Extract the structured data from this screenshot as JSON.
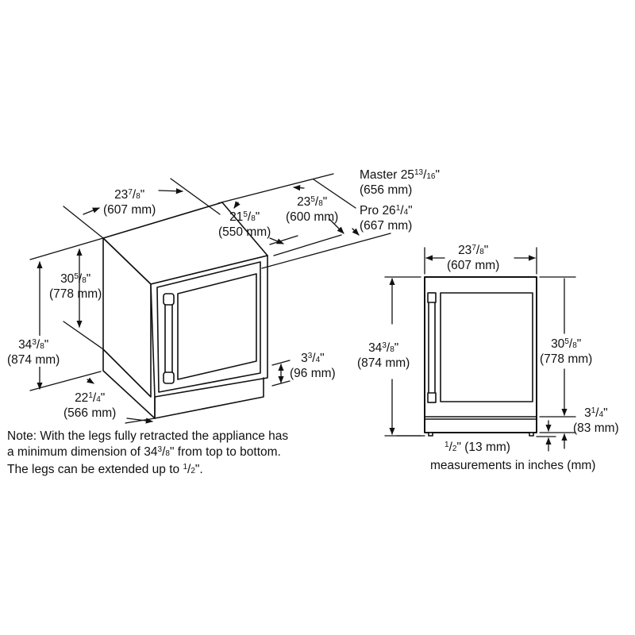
{
  "diagram": {
    "type": "appliance-dimension-drawing",
    "views": [
      "isometric",
      "front-elevation"
    ],
    "isometric": {
      "width": {
        "whole": "23",
        "frac_num": "7",
        "frac_den": "8",
        "inch_mark": "\"",
        "mm": "(607 mm)"
      },
      "depth_body": {
        "whole": "21",
        "frac_num": "5",
        "frac_den": "8",
        "inch_mark": "\"",
        "mm": "(550 mm)"
      },
      "depth_door": {
        "whole": "23",
        "frac_num": "5",
        "frac_den": "8",
        "inch_mark": "\"",
        "mm": "(600 mm)"
      },
      "depth_master": {
        "prefix": "Master ",
        "whole": "25",
        "frac_num": "13",
        "frac_den": "16",
        "inch_mark": "\"",
        "mm": "(656 mm)"
      },
      "depth_pro": {
        "prefix": "Pro ",
        "whole": "26",
        "frac_num": "1",
        "frac_den": "4",
        "inch_mark": "\"",
        "mm": "(667 mm)"
      },
      "height_cabinet": {
        "whole": "30",
        "frac_num": "5",
        "frac_den": "8",
        "inch_mark": "\"",
        "mm": "(778 mm)"
      },
      "height_total": {
        "whole": "34",
        "frac_num": "3",
        "frac_den": "8",
        "inch_mark": "\"",
        "mm": "(874 mm)"
      },
      "side_depth": {
        "whole": "22",
        "frac_num": "1",
        "frac_den": "4",
        "inch_mark": "\"",
        "mm": "(566 mm)"
      },
      "toe_kick": {
        "whole": "3",
        "frac_num": "3",
        "frac_den": "4",
        "inch_mark": "\"",
        "mm": "(96 mm)"
      }
    },
    "front": {
      "width": {
        "whole": "23",
        "frac_num": "7",
        "frac_den": "8",
        "inch_mark": "\"",
        "mm": "(607 mm)"
      },
      "height_total": {
        "whole": "34",
        "frac_num": "3",
        "frac_den": "8",
        "inch_mark": "\"",
        "mm": "(874 mm)"
      },
      "height_cabinet": {
        "whole": "30",
        "frac_num": "5",
        "frac_den": "8",
        "inch_mark": "\"",
        "mm": "(778 mm)"
      },
      "base": {
        "whole": "3",
        "frac_num": "1",
        "frac_den": "4",
        "inch_mark": "\"",
        "mm": "(83 mm)"
      },
      "legs": {
        "frac_num": "1",
        "frac_den": "2",
        "inch_mark": "\"",
        "mm": "(13 mm)"
      }
    },
    "note": {
      "line1": "Note: With the legs fully retracted the appliance has",
      "line2_a": "a minimum dimension of 34",
      "line2_num": "3",
      "line2_den": "8",
      "line2_b": "\" from top to bottom.",
      "line3_a": "The legs can be extended up to ",
      "line3_num": "1",
      "line3_den": "2",
      "line3_b": "\"."
    },
    "units_caption": "measurements in inches (mm)",
    "colors": {
      "line": "#111111",
      "background": "#ffffff"
    }
  }
}
